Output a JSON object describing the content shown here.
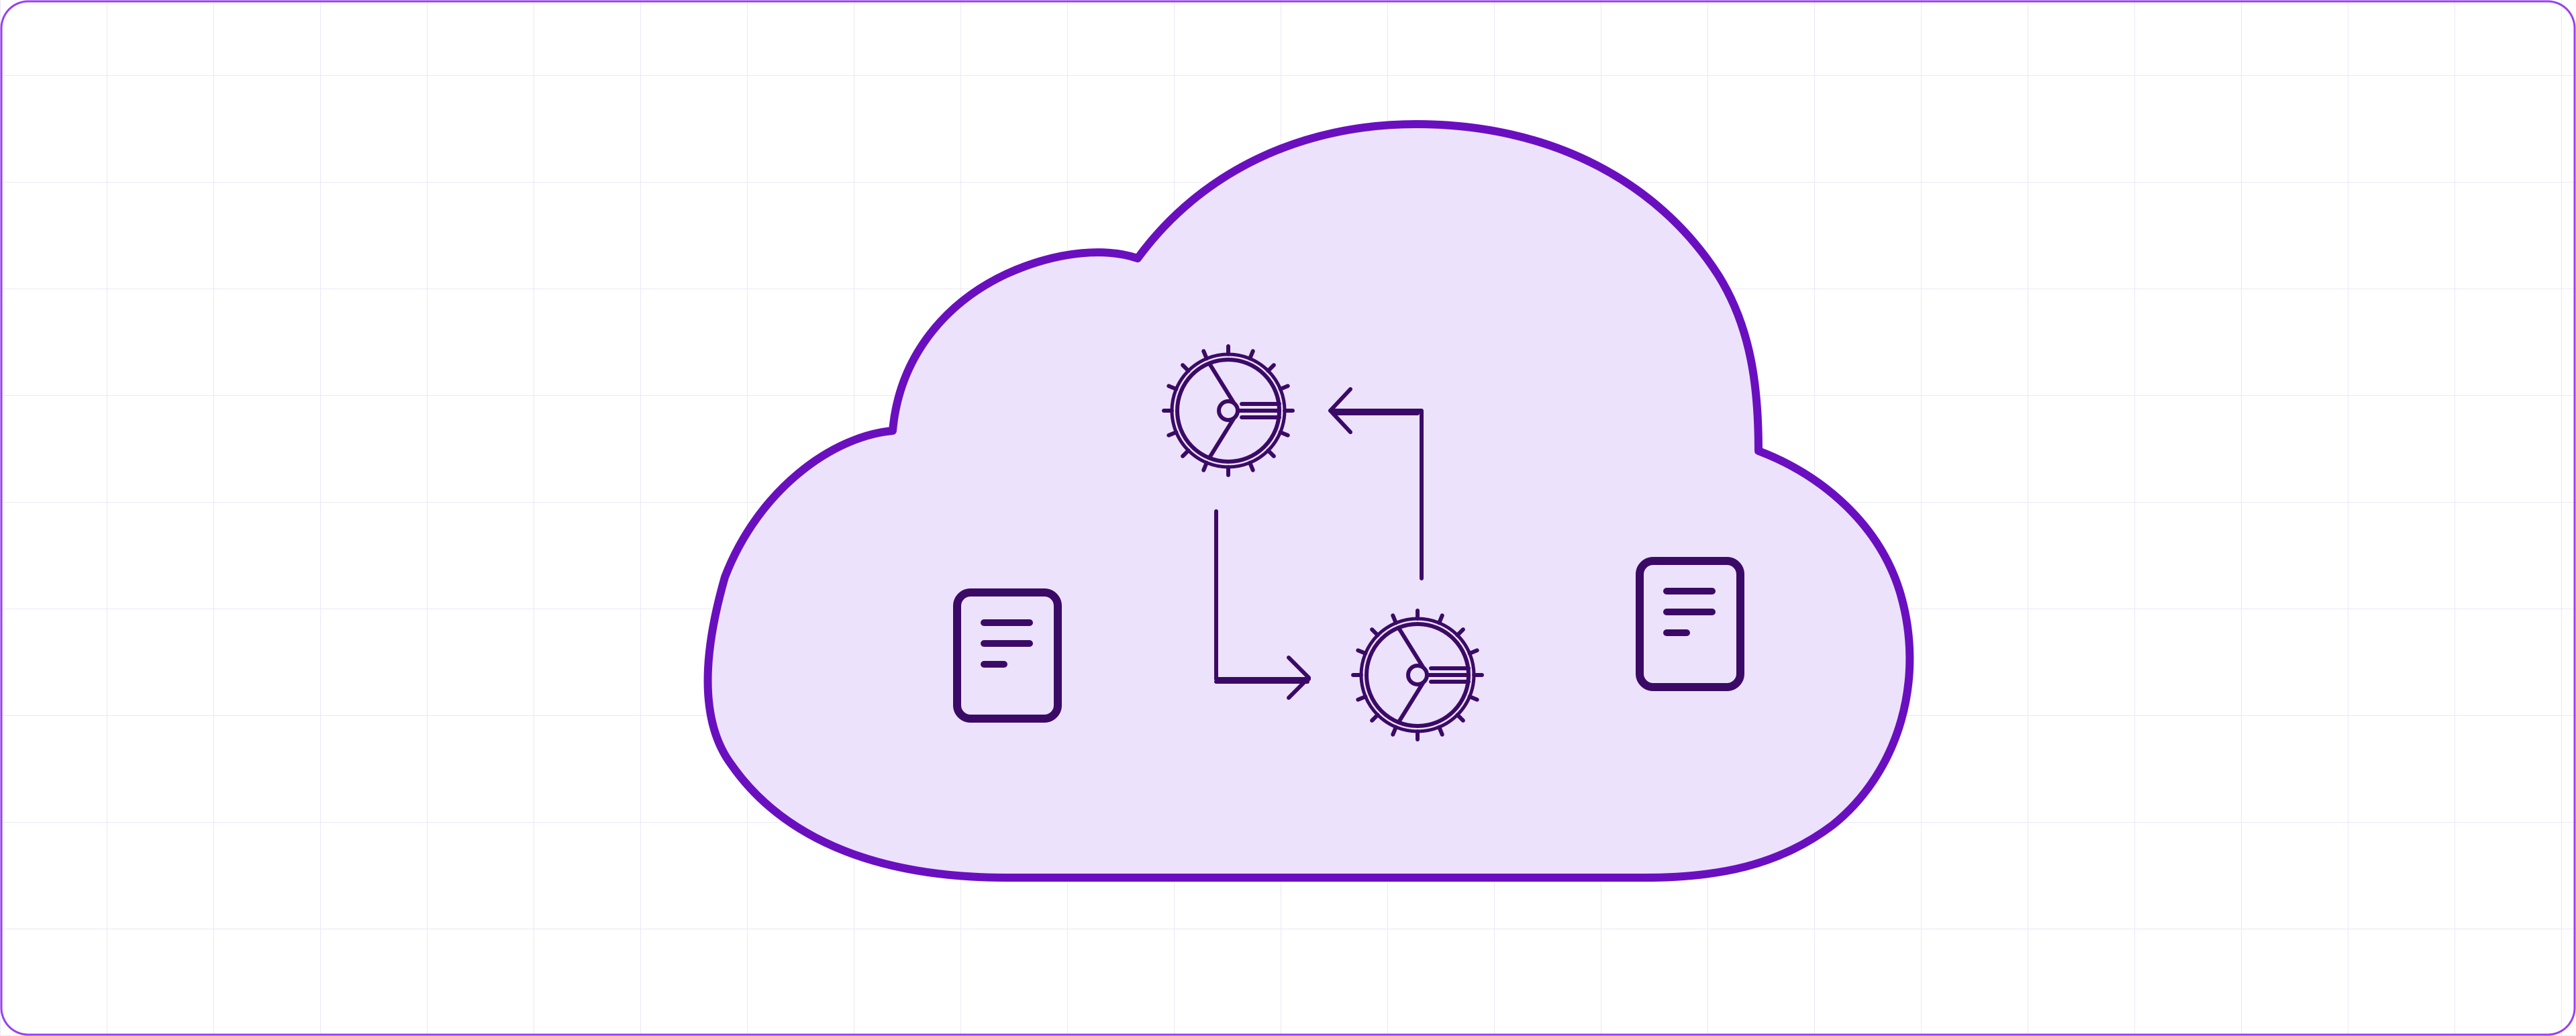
{
  "diagram": {
    "theme": {
      "background": "#ffffff",
      "grid_line": "#ebe7f7",
      "frame_border": "#9a3ff0",
      "cloud_fill": "#ece2fb",
      "cloud_stroke": "#6a0fc0",
      "icon_color": "#3b0a66"
    },
    "cloud": {
      "icon": "cloud-shape"
    },
    "documents": [
      {
        "name": "document-left",
        "icon": "document-icon"
      },
      {
        "name": "document-right",
        "icon": "document-icon"
      }
    ],
    "processes": [
      {
        "name": "gear-top",
        "icon": "gear-icon"
      },
      {
        "name": "gear-bottom",
        "icon": "gear-icon"
      }
    ],
    "connectors": [
      {
        "name": "arrow-top-to-bottom-gear",
        "icon": "elbow-arrow-icon",
        "direction": "right"
      },
      {
        "name": "arrow-bottom-to-top-gear",
        "icon": "elbow-arrow-icon",
        "direction": "left"
      }
    ]
  }
}
